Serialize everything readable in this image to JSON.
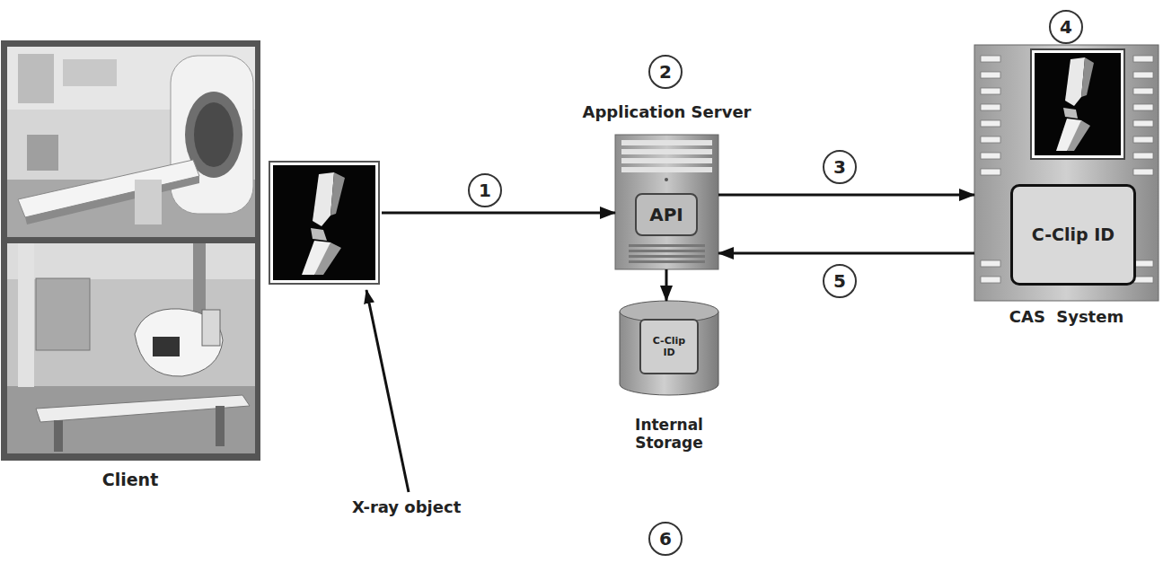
{
  "diagram": {
    "nodes": [
      {
        "text": [
          "Client"
        ]
      },
      {
        "text": [
          "Application Server"
        ]
      },
      {
        "text": [
          "API"
        ],
        "in": 1
      },
      {
        "text": [
          "CAS System"
        ]
      },
      {
        "text": [
          "C-Clip ID"
        ],
        "in": 3
      },
      {
        "text": [
          "Internal Storage"
        ]
      },
      {
        "text": [
          "C-Clip ID"
        ],
        "in": 5
      }
    ],
    "edges": [
      {
        "from": 0,
        "to": 1,
        "arrow": "to"
      },
      {
        "from": 1,
        "to": 3,
        "arrow": "to"
      },
      {
        "from": 3,
        "to": 1,
        "arrow": "to"
      },
      {
        "from": 1,
        "to": 5,
        "arrow": "to"
      }
    ],
    "labels": [
      "2",
      "4",
      "1",
      "3",
      "5",
      "6",
      "X-ray object"
    ]
  }
}
